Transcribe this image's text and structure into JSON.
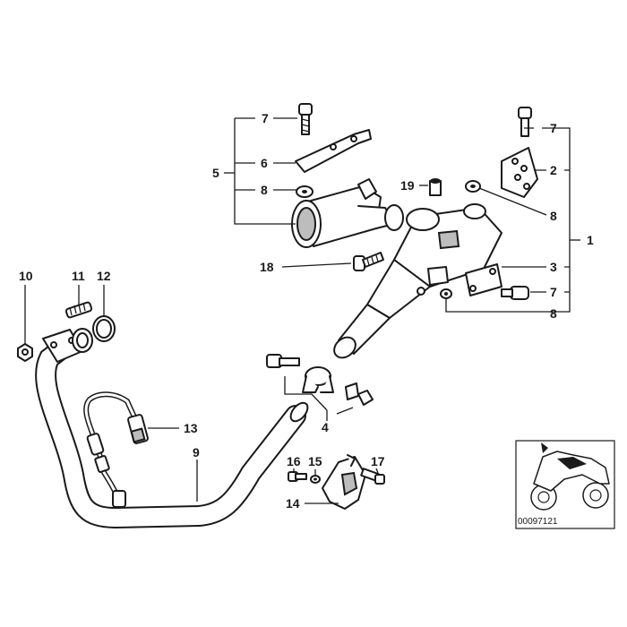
{
  "labels": {
    "l1": "1",
    "l2": "2",
    "l3": "3",
    "l4": "4",
    "l5": "5",
    "l6": "6",
    "l7a": "7",
    "l7b": "7",
    "l7c": "7",
    "l8a": "8",
    "l8b": "8",
    "l8c": "8",
    "l9": "9",
    "l10": "10",
    "l11": "11",
    "l12": "12",
    "l13": "13",
    "l14": "14",
    "l15": "15",
    "l16": "16",
    "l17": "17",
    "l18": "18",
    "l19": "19"
  },
  "reference": {
    "code": "00097121"
  }
}
